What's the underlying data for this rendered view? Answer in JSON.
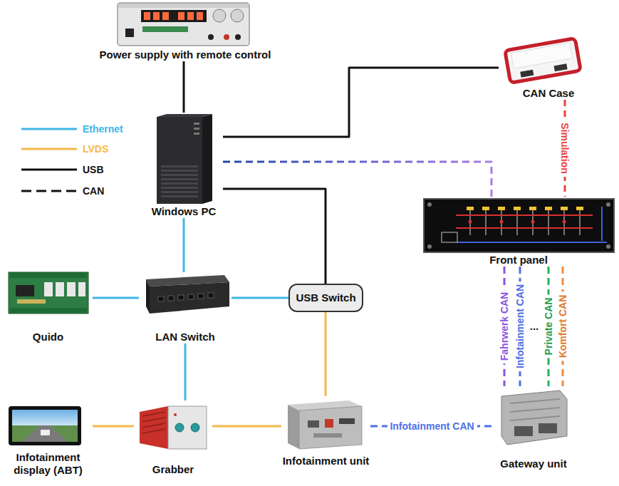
{
  "diagram": {
    "nodes": [
      {
        "text": [
          "Power supply with remote control"
        ]
      },
      {
        "text": [
          "CAN Case"
        ]
      },
      {
        "text": [
          "Windows PC"
        ]
      },
      {
        "text": [
          "Front panel"
        ]
      },
      {
        "text": [
          "Quido"
        ]
      },
      {
        "text": [
          "LAN Switch"
        ]
      },
      {
        "text": [
          "USB Switch"
        ]
      },
      {
        "text": [
          "Infotainment display (ABT)"
        ]
      },
      {
        "text": [
          "Grabber"
        ]
      },
      {
        "text": [
          "Infotainment unit"
        ]
      },
      {
        "text": [
          "Gateway unit"
        ]
      }
    ],
    "edges": [
      {
        "from": 0,
        "to": 2,
        "arrow": "none"
      },
      {
        "from": 2,
        "to": 1,
        "arrow": "none"
      },
      {
        "from": 1,
        "to": 3,
        "label": "Simulation",
        "arrow": "none"
      },
      {
        "from": 2,
        "to": 3,
        "arrow": "none"
      },
      {
        "from": 2,
        "to": 5,
        "arrow": "none"
      },
      {
        "from": 4,
        "to": 5,
        "arrow": "none"
      },
      {
        "from": 5,
        "to": 6,
        "arrow": "none"
      },
      {
        "from": 2,
        "to": 6,
        "arrow": "none"
      },
      {
        "from": 6,
        "to": 9,
        "arrow": "none"
      },
      {
        "from": 5,
        "to": 8,
        "arrow": "none"
      },
      {
        "from": 7,
        "to": 8,
        "arrow": "none"
      },
      {
        "from": 8,
        "to": 9,
        "arrow": "none"
      },
      {
        "from": 9,
        "to": 10,
        "label": "Infotainment CAN",
        "arrow": "none"
      },
      {
        "from": 3,
        "to": 10,
        "label": "Fahrwerk CAN",
        "arrow": "none"
      },
      {
        "from": 3,
        "to": 10,
        "label": "Infotainment CAN",
        "arrow": "none"
      },
      {
        "from": 3,
        "to": 10,
        "label": "Private CAN",
        "arrow": "none"
      },
      {
        "from": 3,
        "to": 10,
        "label": "Komfort CAN",
        "arrow": "none"
      }
    ],
    "labels": [
      "..."
    ],
    "legend": [
      {
        "text": "Ethernet"
      },
      {
        "text": "LVDS"
      },
      {
        "text": "USB"
      },
      {
        "text": "CAN"
      }
    ]
  }
}
